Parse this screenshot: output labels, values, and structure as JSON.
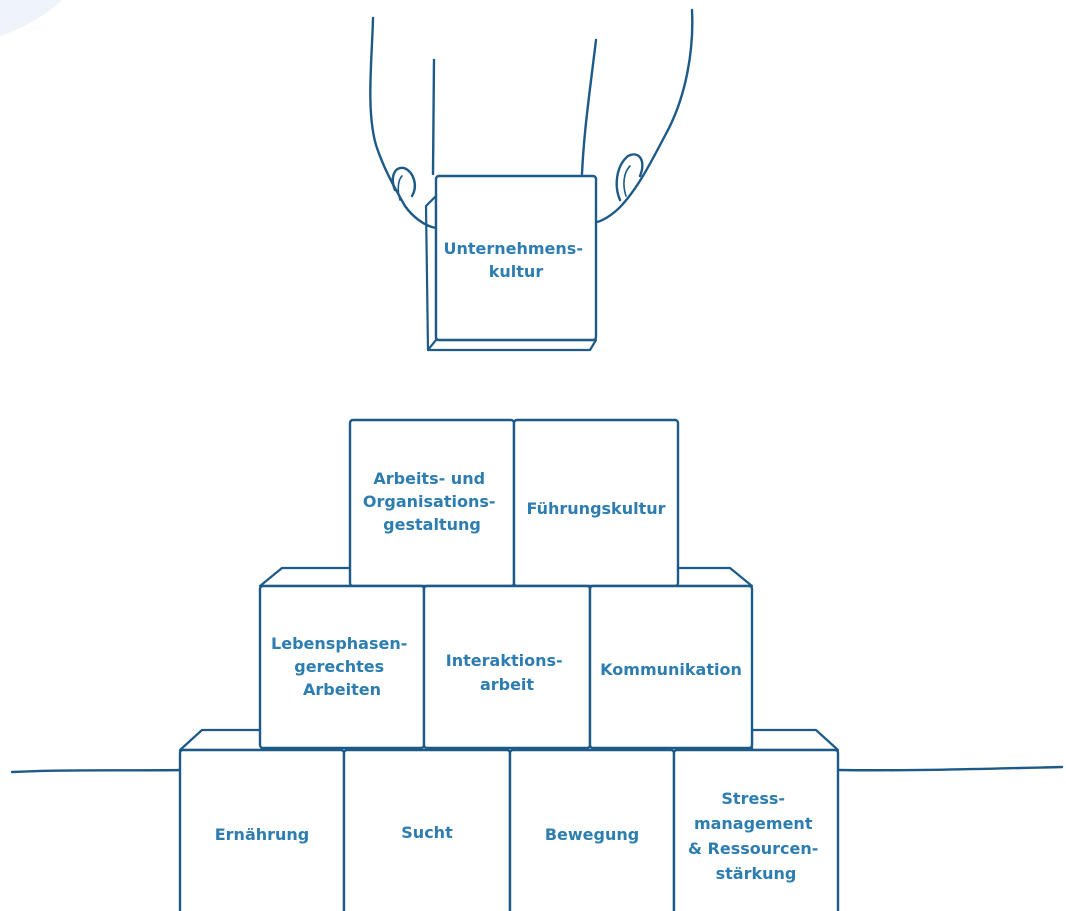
{
  "held_block": {
    "lines": [
      "Unternehmens-",
      "kultur"
    ]
  },
  "pyramid": {
    "top_row": [
      {
        "lines": [
          "Arbeits- und",
          "Organisations-",
          "gestaltung"
        ]
      },
      {
        "lines": [
          "Führungskultur"
        ]
      }
    ],
    "middle_row": [
      {
        "lines": [
          "Lebensphasen-",
          "gerechtes",
          "Arbeiten"
        ]
      },
      {
        "lines": [
          "Interaktions-",
          "arbeit"
        ]
      },
      {
        "lines": [
          "Kommunikation"
        ]
      }
    ],
    "bottom_row": [
      {
        "lines": [
          "Ernährung"
        ]
      },
      {
        "lines": [
          "Sucht"
        ]
      },
      {
        "lines": [
          "Bewegung"
        ]
      },
      {
        "lines": [
          "Stress-",
          "management",
          "& Ressourcen-",
          "stärkung"
        ]
      }
    ]
  },
  "colors": {
    "line": "#1d5a87",
    "text": "#2d7db0",
    "corner_shape": "#eef4f9",
    "background": "#ffffff"
  }
}
